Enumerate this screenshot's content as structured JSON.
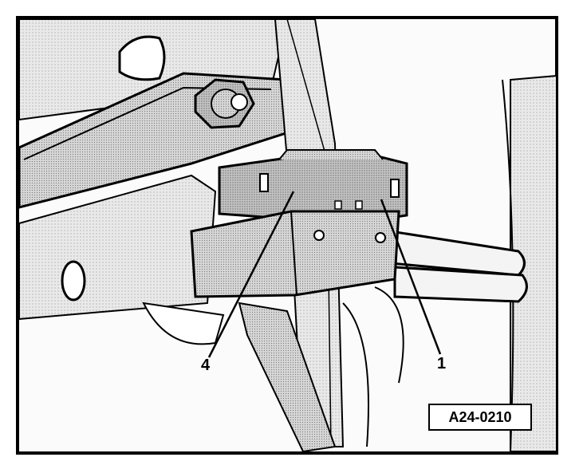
{
  "callouts": {
    "label_4": "4",
    "label_1": "1"
  },
  "figure_ref": "A24-0210",
  "colors": {
    "line": "#000000",
    "background": "#ffffff",
    "shade_light": "#e6e6e6",
    "shade_mid": "#bdbdbd",
    "shade_dark": "#8a8a8a"
  },
  "icons": [
    "hex-nut-icon",
    "connector-icon",
    "wiring-loom-icon"
  ]
}
